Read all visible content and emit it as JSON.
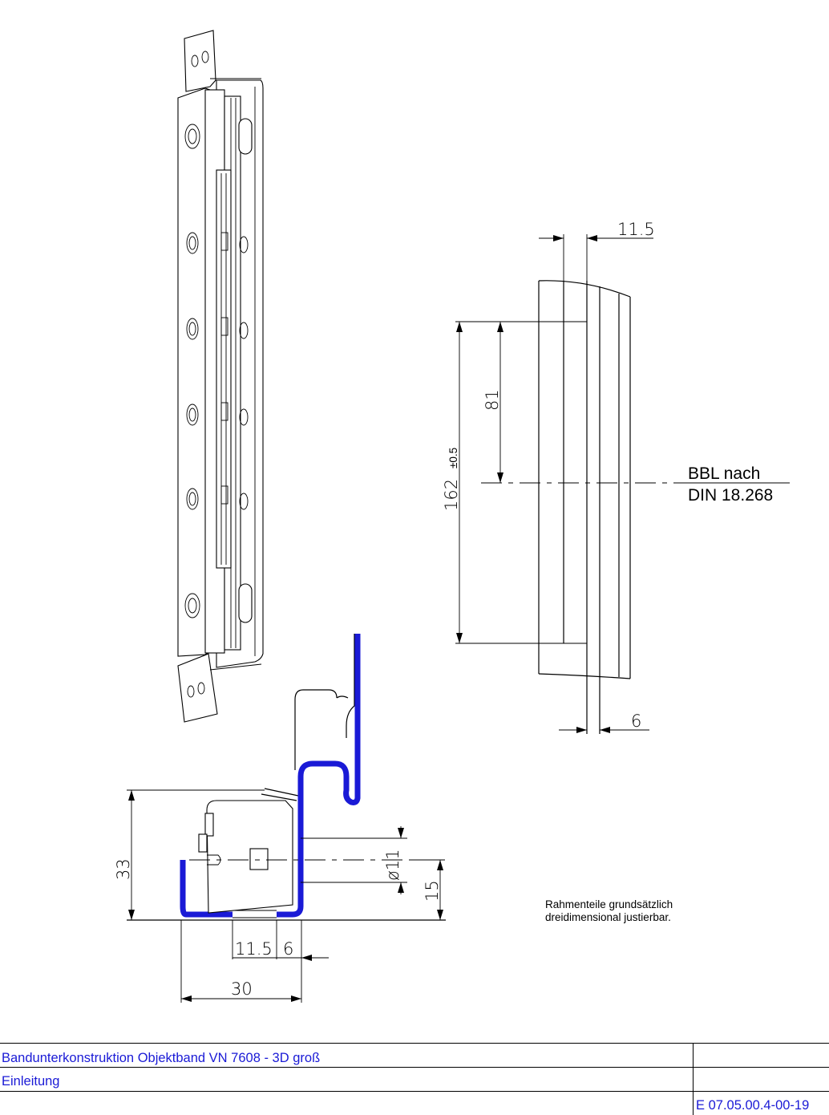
{
  "dimensions": {
    "top_width": "11.5",
    "bottom_width": "6",
    "height_half": "81",
    "height_total": "162",
    "height_tolerance": "±0.5",
    "section_height": "33",
    "section_hole": "ø11",
    "section_offset": "15",
    "section_width_a": "11.5",
    "section_width_b": "6",
    "section_width_total": "30"
  },
  "reference": {
    "line1": "BBL nach",
    "line2": "DIN 18.268"
  },
  "note": {
    "line1": "Rahmenteile grundsätzlich",
    "line2": "dreidimensional justierbar."
  },
  "title_block": {
    "title": "Bandunterkonstruktion Objektband VN 7608 - 3D groß",
    "subtitle": "Einleitung",
    "code": "E 07.05.00.4-00-19"
  },
  "colors": {
    "profile": "#1a1ad6",
    "text_blue": "#1a1ad6"
  }
}
